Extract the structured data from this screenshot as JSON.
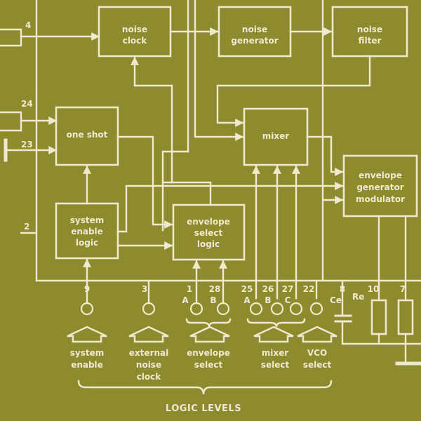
{
  "blocks": {
    "noise_clock": [
      "noise",
      "clock"
    ],
    "noise_generator": [
      "noise",
      "generator"
    ],
    "noise_filter": [
      "noise",
      "filter"
    ],
    "one_shot": [
      "one shot"
    ],
    "mixer": [
      "mixer"
    ],
    "envelope_generator_modulator": [
      "envelope",
      "generator",
      "modulator"
    ],
    "system_enable_logic": [
      "system",
      "enable",
      "logic"
    ],
    "envelope_select_logic": [
      "envelope",
      "select",
      "logic"
    ]
  },
  "side_pins": {
    "p4": "4",
    "p24": "24",
    "p23": "23",
    "p2": "2"
  },
  "bottom_pins": {
    "p9": "9",
    "p3": "3",
    "p1": "1",
    "p28": "28",
    "p25": "25",
    "p26": "26",
    "p27": "27",
    "p22": "22",
    "p8": "8",
    "p10": "10",
    "p7": "7"
  },
  "letters": {
    "envA": "A",
    "envB": "B",
    "mixA": "A",
    "mixB": "B",
    "mixC": "C"
  },
  "component_labels": {
    "ce": "Ce",
    "re": "Re"
  },
  "inputs": {
    "system_enable": [
      "system",
      "enable"
    ],
    "external_noise_clock": [
      "external",
      "noise",
      "clock"
    ],
    "envelope_select": [
      "envelope",
      "select"
    ],
    "mixer_select": [
      "mixer",
      "select"
    ],
    "vco_select": [
      "VCO",
      "select"
    ]
  },
  "logic_levels": "LOGIC LEVELS",
  "colors": {
    "background": "#8e8a2e",
    "ink": "#efe9cf"
  }
}
